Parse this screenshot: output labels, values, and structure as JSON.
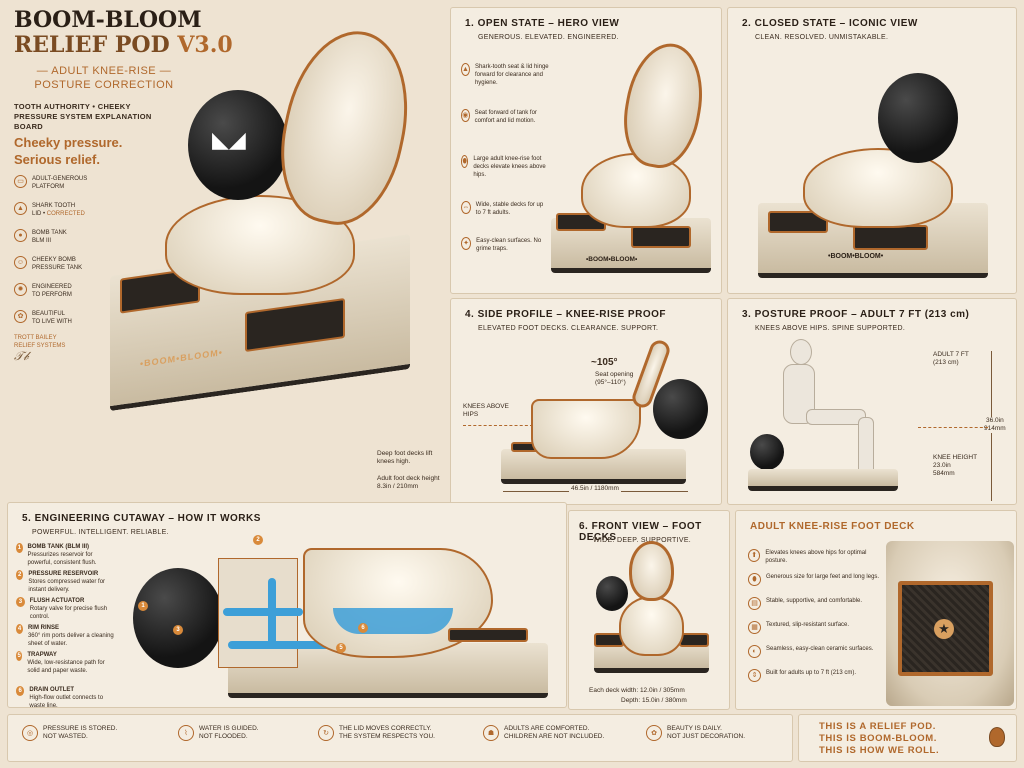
{
  "header": {
    "title_line1": "BOOM-BLOOM",
    "title_line2": "RELIEF POD",
    "title_version": "V3.0",
    "subtitle_line1": "— ADULT KNEE-RISE —",
    "subtitle_line2": "POSTURE CORRECTION",
    "board_desc": "TOOTH AUTHORITY • CHEEKY PRESSURE SYSTEM EXPLANATION BOARD",
    "tagline1": "Cheeky pressure.",
    "tagline2": "Serious relief.",
    "features": [
      {
        "l1": "ADULT-GENEROUS",
        "l2": "PLATFORM",
        "icon": "platform-icon",
        "accent": ""
      },
      {
        "l1": "SHARK TOOTH",
        "l2": "LID • ",
        "icon": "shark-icon",
        "accent": "CORRECTED"
      },
      {
        "l1": "BOMB TANK",
        "l2": "BLM III",
        "icon": "bomb-icon",
        "accent": ""
      },
      {
        "l1": "CHEEKY BOMB",
        "l2": "PRESSURE TANK",
        "icon": "face-icon",
        "accent": ""
      },
      {
        "l1": "ENGINEERED",
        "l2": "TO PERFORM",
        "icon": "gear-icon",
        "accent": ""
      },
      {
        "l1": "BEAUTIFUL",
        "l2": "TO LIVE WITH",
        "icon": "flower-icon",
        "accent": ""
      }
    ],
    "brand_line1": "TROTT BAILEY",
    "brand_line2": "RELIEF SYSTEMS",
    "hero_wordmark": "•BOOM•BLOOM•"
  },
  "panel1": {
    "title": "1.  OPEN STATE – HERO VIEW",
    "subtitle": "GENEROUS. ELEVATED. ENGINEERED.",
    "items": [
      {
        "text": "Shark-tooth seat & lid hinge forward for clearance and hygiene.",
        "icon": "shark-icon"
      },
      {
        "text": "Seat forward of tank for comfort and lid motion.",
        "icon": "seat-icon"
      },
      {
        "text": "Large adult knee-rise foot decks elevate knees above hips.",
        "icon": "foot-icon"
      },
      {
        "text": "Wide, stable decks for up to 7 ft adults.",
        "icon": "scale-icon"
      },
      {
        "text": "Easy-clean surfaces. No grime traps.",
        "icon": "sparkle-icon"
      }
    ],
    "wordmark": "•BOOM•BLOOM•"
  },
  "panel2": {
    "title": "2.  CLOSED STATE – ICONIC VIEW",
    "subtitle": "CLEAN. RESOLVED. UNMISTAKABLE.",
    "wordmark": "•BOOM•BLOOM•"
  },
  "panel4": {
    "title": "4.  SIDE PROFILE – KNEE-RISE PROOF",
    "subtitle": "ELEVATED FOOT DECKS. CLEARANCE. SUPPORT.",
    "angle": "~105°",
    "angle_note1": "Seat opening",
    "angle_note2": "(95°–110°)",
    "knees": "KNEES ABOVE HIPS",
    "deck_note": "Deep foot decks lift knees high.",
    "height_note1": "Adult foot deck height",
    "height_note2": "8.3in / 210mm",
    "width_dim": "46.5in / 1180mm"
  },
  "panel3": {
    "title": "3.  POSTURE PROOF – ADULT 7 FT (213 cm)",
    "subtitle": "KNEES ABOVE HIPS. SPINE SUPPORTED.",
    "adult_label1": "ADULT 7 FT",
    "adult_label2": "(213 cm)",
    "total_h1": "36.0in",
    "total_h2": "914mm",
    "knee_label": "KNEE HEIGHT",
    "knee_h1": "23.0in",
    "knee_h2": "584mm"
  },
  "panel5": {
    "title": "5.  ENGINEERING CUTAWAY – HOW IT WORKS",
    "subtitle": "POWERFUL. INTELLIGENT. RELIABLE.",
    "items": [
      {
        "n": "1",
        "head": "BOMB TANK (BLM III)",
        "text": "Pressurizes reservoir for powerful, consistent flush."
      },
      {
        "n": "2",
        "head": "PRESSURE RESERVOIR",
        "text": "Stores compressed water for instant delivery."
      },
      {
        "n": "3",
        "head": "FLUSH ACTUATOR",
        "text": "Rotary valve for precise flush control."
      },
      {
        "n": "4",
        "head": "RIM RINSE",
        "text": "360° rim ports deliver a cleaning sheet of water."
      },
      {
        "n": "5",
        "head": "TRAPWAY",
        "text": "Wide, low-resistance path for solid and paper waste."
      },
      {
        "n": "6",
        "head": "DRAIN OUTLET",
        "text": "High-flow outlet connects to waste line."
      }
    ],
    "callouts": [
      "1",
      "2",
      "3",
      "6",
      "5"
    ]
  },
  "panel6": {
    "title": "6.  FRONT VIEW – FOOT DECKS",
    "subtitle": "WIDE. DEEP. SUPPORTIVE.",
    "deck_width": "Each deck width: 12.0in / 305mm",
    "deck_depth": "Depth: 15.0in / 380mm"
  },
  "panel7": {
    "title": "ADULT KNEE-RISE FOOT DECK",
    "items": [
      {
        "text": "Elevates knees above hips for optimal posture.",
        "icon": "knee-icon"
      },
      {
        "text": "Generous size for large feet and long legs.",
        "icon": "foot-icon"
      },
      {
        "text": "Stable, supportive, and comfortable.",
        "icon": "stable-icon"
      },
      {
        "text": "Textured, slip-resistant surface.",
        "icon": "texture-icon"
      },
      {
        "text": "Seamless, easy-clean ceramic surfaces.",
        "icon": "clean-icon"
      },
      {
        "text": "Built for adults up to 7 ft (213 cm).",
        "icon": "height-icon"
      }
    ]
  },
  "footer": {
    "items": [
      {
        "l1": "PRESSURE IS STORED.",
        "l2": "NOT WASTED.",
        "icon": "pressure-icon"
      },
      {
        "l1": "WATER IS GUIDED.",
        "l2": "NOT FLOODED.",
        "icon": "water-icon"
      },
      {
        "l1": "THE LID MOVES CORRECTLY.",
        "l2": "THE SYSTEM RESPECTS YOU.",
        "icon": "cycle-icon"
      },
      {
        "l1": "ADULTS ARE COMFORTED.",
        "l2": "CHILDREN ARE NOT INCLUDED.",
        "icon": "adult-icon"
      },
      {
        "l1": "BEAUTY IS DAILY.",
        "l2": "NOT JUST DECORATION.",
        "icon": "flower-icon"
      }
    ],
    "slogan": [
      "THIS IS A RELIEF POD.",
      "THIS IS BOOM-BLOOM.",
      "THIS IS HOW WE ROLL."
    ]
  },
  "colors": {
    "background": "#eee3d2",
    "copper": "#b0682c",
    "bomb": "#141414",
    "water": "#3d9fd8",
    "callout": "#d98a3a"
  }
}
